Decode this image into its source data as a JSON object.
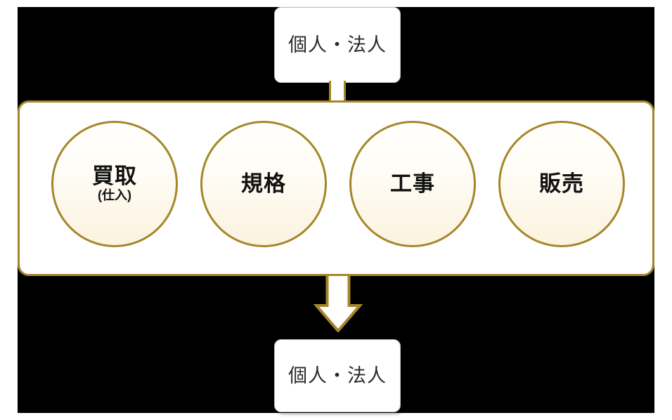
{
  "diagram": {
    "title": "buy-process-sell flow",
    "background_color": "#000000",
    "accent_color": "#a5862a",
    "top_node": {
      "label": "個人・法人"
    },
    "bottom_node": {
      "label": "個人・法人"
    },
    "connector": {
      "name": "top-connector"
    },
    "arrow": {
      "name": "down-arrow",
      "direction": "down"
    },
    "process": {
      "steps": [
        {
          "main": "買取",
          "sub": "(仕入)"
        },
        {
          "main": "規格",
          "sub": ""
        },
        {
          "main": "工事",
          "sub": ""
        },
        {
          "main": "販売",
          "sub": ""
        }
      ]
    }
  }
}
